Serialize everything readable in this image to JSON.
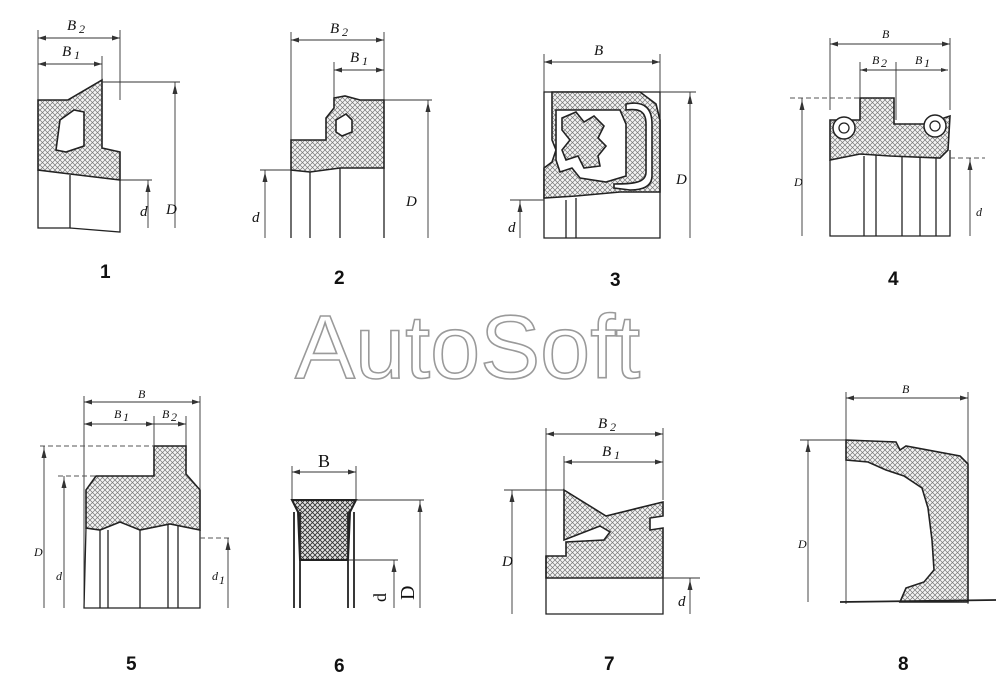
{
  "watermark": "AutoSoft",
  "figures": [
    {
      "number": "1",
      "labels": {
        "B2": "B",
        "B2_sub": "2",
        "B1": "B",
        "B1_sub": "1",
        "d": "d",
        "D": "D"
      }
    },
    {
      "number": "2",
      "labels": {
        "B2": "B",
        "B2_sub": "2",
        "B1": "B",
        "B1_sub": "1",
        "d": "d",
        "D": "D"
      }
    },
    {
      "number": "3",
      "labels": {
        "B": "B",
        "d": "d",
        "D": "D"
      }
    },
    {
      "number": "4",
      "labels": {
        "B": "B",
        "B2": "B",
        "B2_sub": "2",
        "B1": "B",
        "B1_sub": "1",
        "D": "D",
        "d": "d"
      }
    },
    {
      "number": "5",
      "labels": {
        "B": "B",
        "B1": "B",
        "B1_sub": "1",
        "B2": "B",
        "B2_sub": "2",
        "D": "D",
        "d": "d",
        "d1": "d",
        "d1_sub": "1"
      }
    },
    {
      "number": "6",
      "labels": {
        "B": "B",
        "d": "d",
        "D": "D"
      }
    },
    {
      "number": "7",
      "labels": {
        "B2": "B",
        "B2_sub": "2",
        "B1": "B",
        "B1_sub": "1",
        "D": "D",
        "d": "d"
      }
    },
    {
      "number": "8",
      "labels": {
        "B": "B",
        "D": "D"
      }
    }
  ]
}
